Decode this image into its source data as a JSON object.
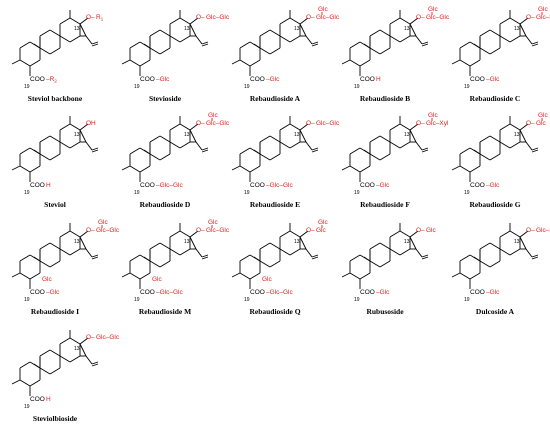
{
  "figure": {
    "colors": {
      "bond": "#000000",
      "substituent": "#e0201b"
    },
    "compounds": [
      {
        "name": "Steviol backbone",
        "top_label": "R",
        "top_sub": "1",
        "bottom_label": "R",
        "bottom_sub": "2",
        "carbon_label": "13",
        "ester_label": "19"
      },
      {
        "name": "Stevioside",
        "top_label": "Glc–Glc",
        "bottom_label": "Glc",
        "carbon_label": "13",
        "ester_label": "19"
      },
      {
        "name": "Rebaudioside A",
        "top_label": "Glc–Glc",
        "top_branch": "Glc",
        "bottom_label": "Glc",
        "carbon_label": "13",
        "ester_label": "19"
      },
      {
        "name": "Rebaudioside B",
        "top_label": "Glc–Glc",
        "top_branch": "Glc",
        "bottom_label": "H",
        "carbon_label": "13",
        "ester_label": "19"
      },
      {
        "name": "Rebaudioside C",
        "top_label": "Glc–Rha",
        "top_branch": "Glc",
        "bottom_label": "Glc",
        "carbon_label": "13",
        "ester_label": "19"
      },
      {
        "name": "Steviol",
        "top_label": "H",
        "bottom_label": "H",
        "carbon_label": "13",
        "ester_label": "19"
      },
      {
        "name": "Rebaudioside D",
        "top_label": "Glc–Glc",
        "top_branch": "Glc",
        "bottom_label": "Glc–Glc",
        "carbon_label": "13",
        "ester_label": "19"
      },
      {
        "name": "Rebaudioside E",
        "top_label": "Glc–Glc",
        "bottom_label": "Glc–Glc",
        "carbon_label": "13",
        "ester_label": "19"
      },
      {
        "name": "Rebaudioside F",
        "top_label": "Glc–Xyl",
        "top_branch": "Glc",
        "bottom_label": "Glc",
        "carbon_label": "13",
        "ester_label": "19"
      },
      {
        "name": "Rebaudioside G",
        "top_label": "Glc",
        "top_branch": "Glc",
        "bottom_label": "Glc",
        "carbon_label": "13",
        "ester_label": "19"
      },
      {
        "name": "Rebaudioside I",
        "top_label": "Glc–Glc",
        "top_branch": "Glc",
        "bottom_label": "Glc",
        "ring_label": "Glc",
        "carbon_label": "13",
        "ester_label": "19"
      },
      {
        "name": "Rebaudioside M",
        "top_label": "Glc–Glc",
        "top_branch": "Glc",
        "bottom_label": "Glc–Glc",
        "ring_label": "Glc",
        "carbon_label": "13",
        "ester_label": "19"
      },
      {
        "name": "Rebaudioside Q",
        "top_label": "Glc",
        "top_branch": "Glc",
        "bottom_label": "Glc–Glc",
        "ring_label": "Glc",
        "carbon_label": "13",
        "ester_label": "19"
      },
      {
        "name": "Rubusoside",
        "top_label": "Glc",
        "bottom_label": "Glc",
        "carbon_label": "13",
        "ester_label": "19"
      },
      {
        "name": "Dulcoside A",
        "top_label": "Glc–Rha",
        "bottom_label": "Glc",
        "carbon_label": "13",
        "ester_label": "19"
      },
      {
        "name": "Steviolbioside",
        "top_label": "Glc–Glc",
        "bottom_label": "H",
        "carbon_label": "13",
        "ester_label": "19"
      }
    ]
  }
}
